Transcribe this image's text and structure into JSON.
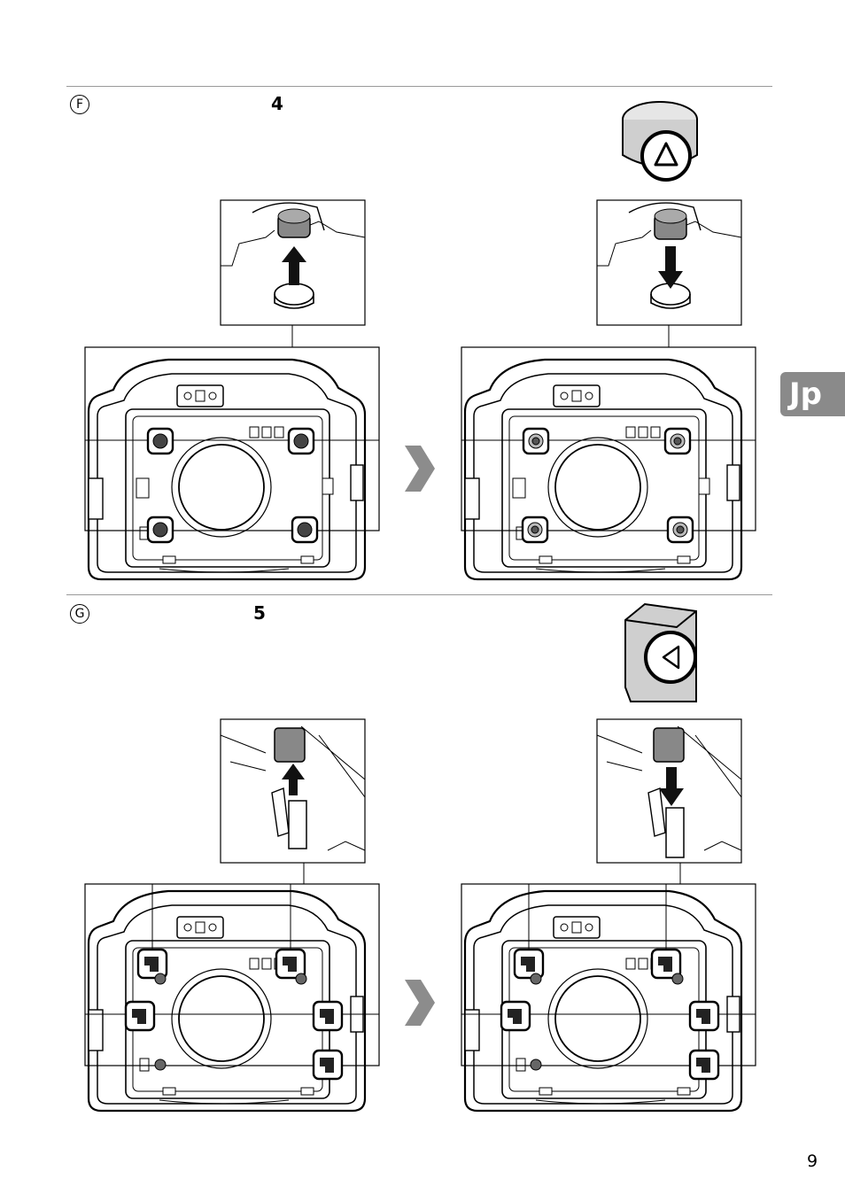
{
  "sections": [
    {
      "letter": "F",
      "step": "4"
    },
    {
      "letter": "G",
      "step": "5"
    }
  ],
  "tab_label": "Jp",
  "page_number": "9",
  "colors": {
    "tab": "#8a8a8a",
    "arrow": "#8c8c8c",
    "rule": "#9a9a9a"
  }
}
